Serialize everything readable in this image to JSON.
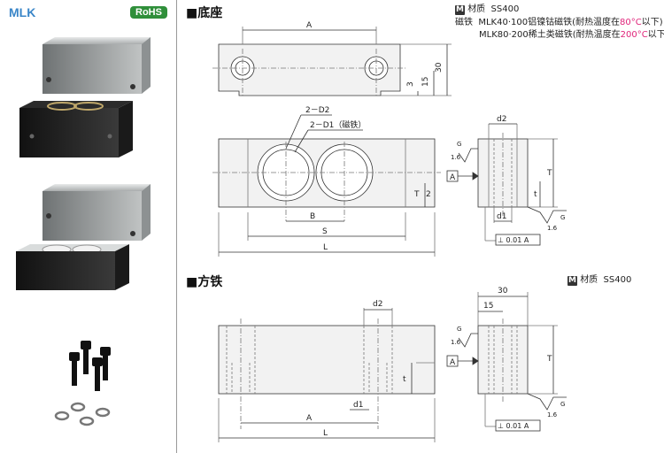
{
  "product": {
    "code": "MLK",
    "badge": "RoHS"
  },
  "base": {
    "section_title": "■底座",
    "material_icon": "M",
    "material_label": "材质",
    "material_value": "SS400",
    "magnet_label": "磁铁",
    "magnet_line1_pre": "MLK40·100铝镍钴磁铁(耐热温度在",
    "magnet_line1_temp": "80°C",
    "magnet_line1_post": "以下)",
    "magnet_line2_pre": "MLK80·200稀土类磁铁(耐热温度在",
    "magnet_line2_temp": "200°C",
    "magnet_line2_post": "以下)",
    "dims": {
      "A": "A",
      "d30": "30",
      "d15": "15",
      "d3": "3",
      "D2": "2－D2",
      "D1": "2－D1（磁铁）",
      "T": "T",
      "two": "2",
      "B": "B",
      "S": "S",
      "L": "L",
      "d2": "d2",
      "d1": "d1",
      "t": "t",
      "T_side": "T",
      "datumA": "A",
      "flatness": "⊥ 0.01 A",
      "rough_g1": "G",
      "rough_16a": "1.6",
      "rough_g2": "G",
      "rough_16b": "1.6"
    }
  },
  "square": {
    "section_title": "■方铁",
    "material_icon": "M",
    "material_label": "材质",
    "material_value": "SS400",
    "dims": {
      "d2": "d2",
      "d1": "d1",
      "t": "t",
      "A": "A",
      "L": "L",
      "d30": "30",
      "d15": "15",
      "T": "T",
      "datumA": "A",
      "flatness": "⊥ 0.01 A",
      "rough_g1": "G",
      "rough_16a": "1.6",
      "rough_g2": "G",
      "rough_16b": "1.6"
    }
  }
}
